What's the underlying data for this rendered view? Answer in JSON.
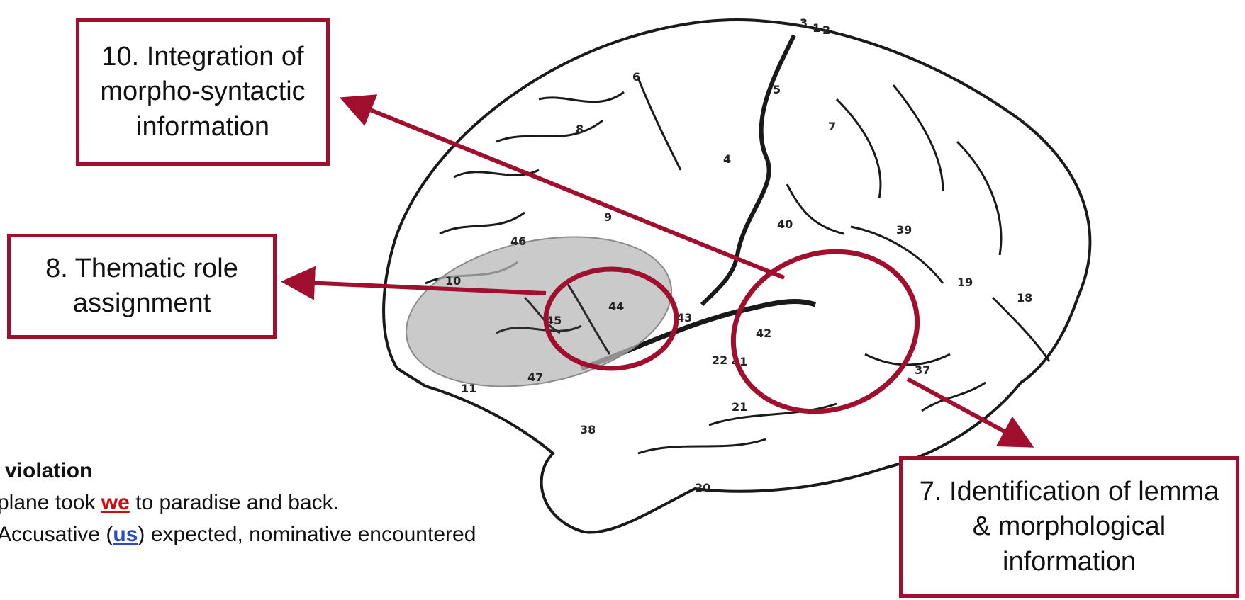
{
  "callouts": {
    "integration": "10. Integration of morpho-syntactic information",
    "thematic": "8. Thematic role assignment",
    "identification": "7. Identification of lemma & morphological information"
  },
  "violation": {
    "heading": "e violation",
    "sentence_before": "plane took ",
    "sentence_error": "we",
    "sentence_after": " to paradise and back.",
    "note_before": "Accusative (",
    "note_expected": "us",
    "note_after": ") expected, nominative encountered"
  },
  "areas": [
    "3",
    "1",
    "2",
    "6",
    "5",
    "8",
    "7",
    "4",
    "9",
    "40",
    "39",
    "46",
    "19",
    "18",
    "10",
    "45",
    "44",
    "43",
    "42",
    "41",
    "22",
    "37",
    "11",
    "47",
    "21",
    "38",
    "20"
  ],
  "colors": {
    "accent": "#a0102e",
    "error": "#d10b0b",
    "expected": "#2a49c8",
    "broca_shade": "#b8b8b8"
  }
}
